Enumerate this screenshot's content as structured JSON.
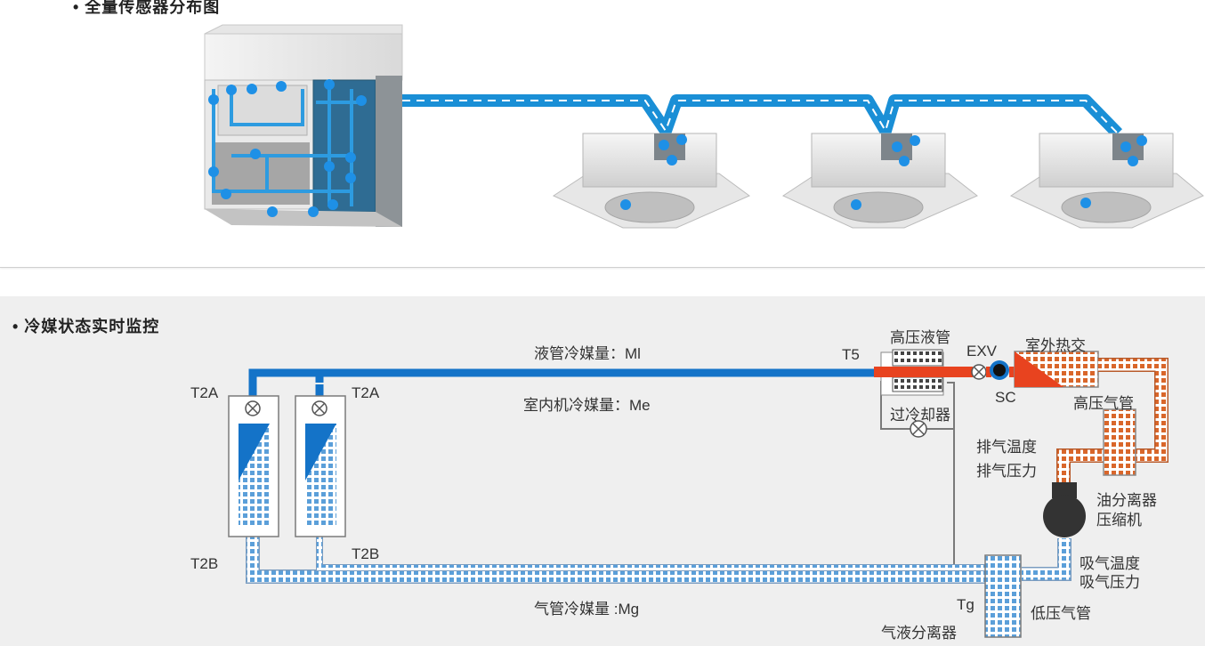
{
  "top_section": {
    "title": "• 全量传感器分布图"
  },
  "bottom_section": {
    "title": "• 冷媒状态实时监控"
  },
  "labels": {
    "liquid_refrigerant": "液管冷媒量：Ml",
    "indoor_refrigerant": "室内机冷媒量：Me",
    "gas_refrigerant": "气管冷媒量 :Mg",
    "t5": "T5",
    "t2a": "T2A",
    "t2b": "T2B",
    "tg": "Tg",
    "high_pressure_liquid": "高压液管",
    "exv": "EXV",
    "sc": "SC",
    "outdoor_exchanger": "室外热交",
    "high_pressure_gas": "高压气管",
    "subcooler": "过冷却器",
    "discharge_temp": "排气温度",
    "discharge_pressure": "排气压力",
    "oil_separator": "油分离器",
    "compressor": "压缩机",
    "suction_temp": "吸气温度",
    "suction_pressure": "吸气压力",
    "low_pressure_gas": "低压气管",
    "gas_liquid_separator": "气液分离器"
  },
  "colors": {
    "liquid_pipe": "#1473c8",
    "hot_pipe": "#e8431f",
    "hot_dots": "#d9662a",
    "gas_dots": "#5b9fd9",
    "sensor": "#1e90e6",
    "pipe_light": "#2d9be0"
  }
}
